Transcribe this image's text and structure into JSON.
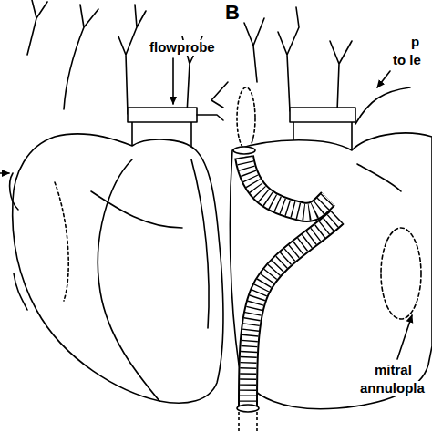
{
  "diagram": {
    "labels": [
      "flowprobe",
      "B",
      "p",
      "to le",
      "mitral",
      "annulopla"
    ]
  }
}
